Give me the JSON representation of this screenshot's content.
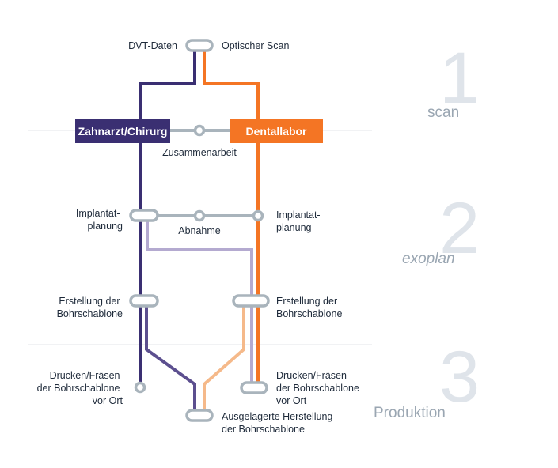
{
  "colors": {
    "zahnarzt": "#3a2f72",
    "labor": "#f47524",
    "labor_light": "#f5b98a",
    "lavender": "#b4aad0",
    "outsourced_purple": "#5c4f8f",
    "node": "#a9b4bc",
    "divider": "#e3e6e9",
    "stage_number": "#dfe4ea",
    "stage_label": "#9aa6b2"
  },
  "stages": [
    {
      "number": "1",
      "label": "scan"
    },
    {
      "number": "2",
      "label": "exoplan"
    },
    {
      "number": "3",
      "label": "Produktion"
    }
  ],
  "boxes": {
    "zahnarzt": "Zahnarzt/Chirurg",
    "labor": "Dentallabor"
  },
  "labels": {
    "dvt": "DVT-Daten",
    "scan": "Optischer Scan",
    "zusammenarbeit": "Zusammenarbeit",
    "implant_left": [
      "Implantat-",
      "planung"
    ],
    "abnahme": "Abnahme",
    "implant_right": [
      "Implantat-",
      "planung"
    ],
    "erstellung_left": [
      "Erstellung der",
      "Bohrschablone"
    ],
    "erstellung_right": [
      "Erstellung der",
      "Bohrschablone"
    ],
    "druck_left": [
      "Drucken/Fräsen",
      "der Bohrschablone",
      "vor Ort"
    ],
    "druck_right": [
      "Drucken/Fräsen",
      "der Bohrschablone",
      "vor Ort"
    ],
    "ausgelagert": [
      "Ausgelagerte Herstellung",
      "der Bohrschablone"
    ]
  }
}
